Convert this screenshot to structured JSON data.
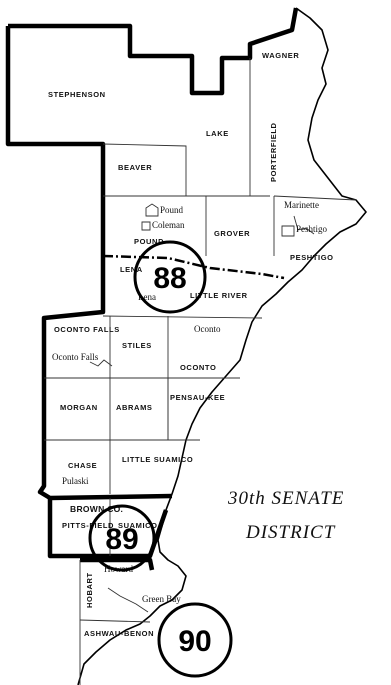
{
  "map": {
    "counties": {
      "wagner": "WAGNER",
      "stephenson": "STEPHENSON",
      "lake": "LAKE",
      "porterfield": "PORTERFIELD",
      "beaver": "BEAVER",
      "pound": "POUND",
      "grover": "GROVER",
      "peshtigo": "PESHTIGO",
      "lena": "LENA",
      "little_river": "LITTLE RIVER",
      "oconto_falls": "OCONTO FALLS",
      "stiles": "STILES",
      "oconto": "OCONTO",
      "morgan": "MORGAN",
      "abrams": "ABRAMS",
      "pensaukee": "PENSAU-KEE",
      "chase": "CHASE",
      "little_suamico": "LITTLE SUAMICO",
      "brown_co": "BROWN CO.",
      "pittsfield": "PITTS-FIELD",
      "suamico": "SUAMICO",
      "hobart": "HOBART",
      "ashwaubenon": "ASHWAU-BENON"
    },
    "cities": {
      "pound_city": "Pound",
      "coleman": "Coleman",
      "marinette": "Marinette",
      "peshtigo_city": "Peshtigo",
      "lena_city": "Lena",
      "oconto_city": "Oconto",
      "oconto_falls_city": "Oconto Falls",
      "pulaski": "Pulaski",
      "howard": "Howard",
      "green_bay": "Green Bay"
    },
    "districts": {
      "d88": "88",
      "d89": "89",
      "d90": "90"
    },
    "caption": {
      "line1": "30th SENATE",
      "line2": "DISTRICT"
    }
  }
}
